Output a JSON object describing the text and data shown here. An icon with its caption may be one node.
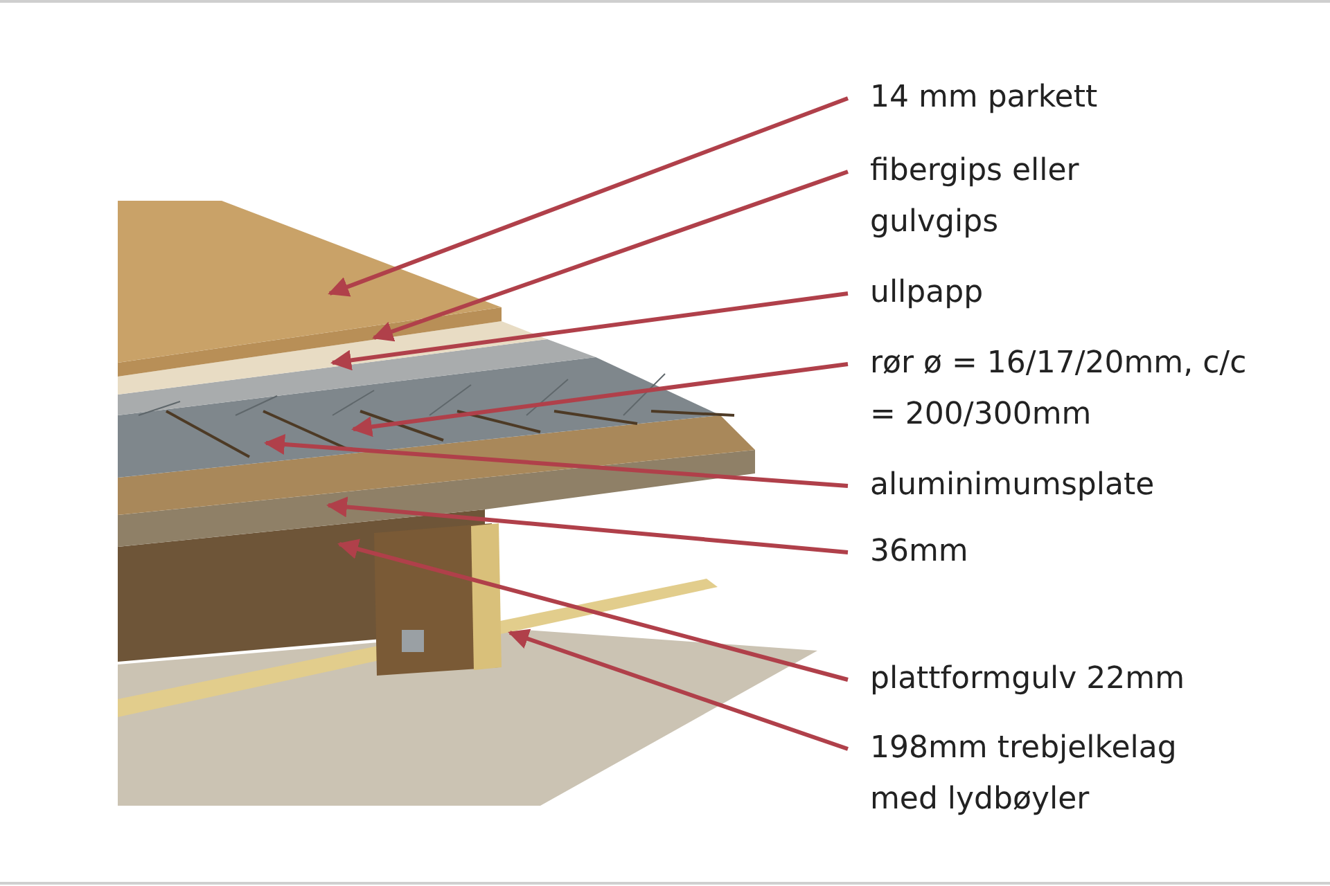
{
  "diagram": {
    "nodes": [
      {
        "text": [
          "14 mm parkett"
        ]
      },
      {
        "text": [
          "fibergips eller gulvgips"
        ]
      },
      {
        "text": [
          "ullpapp"
        ]
      },
      {
        "text": [
          "rør ø = 16/17/20mm, c/c = 200/300mm"
        ]
      },
      {
        "text": [
          "aluminimumsplate"
        ]
      },
      {
        "text": [
          "36mm"
        ]
      },
      {
        "text": [
          "plattformgulv 22mm"
        ]
      },
      {
        "text": [
          "198mm trebjelkelag med lydbøyler"
        ]
      }
    ],
    "edges": [
      {
        "from": 0,
        "to": null,
        "arrow": "to"
      },
      {
        "from": 1,
        "to": null,
        "arrow": "to"
      },
      {
        "from": 2,
        "to": null,
        "arrow": "to"
      },
      {
        "from": 3,
        "to": null,
        "arrow": "to"
      },
      {
        "from": 4,
        "to": null,
        "arrow": "to"
      },
      {
        "from": 5,
        "to": null,
        "arrow": "to"
      },
      {
        "from": 6,
        "to": null,
        "arrow": "to"
      },
      {
        "from": 7,
        "to": null,
        "arrow": "to"
      }
    ]
  }
}
